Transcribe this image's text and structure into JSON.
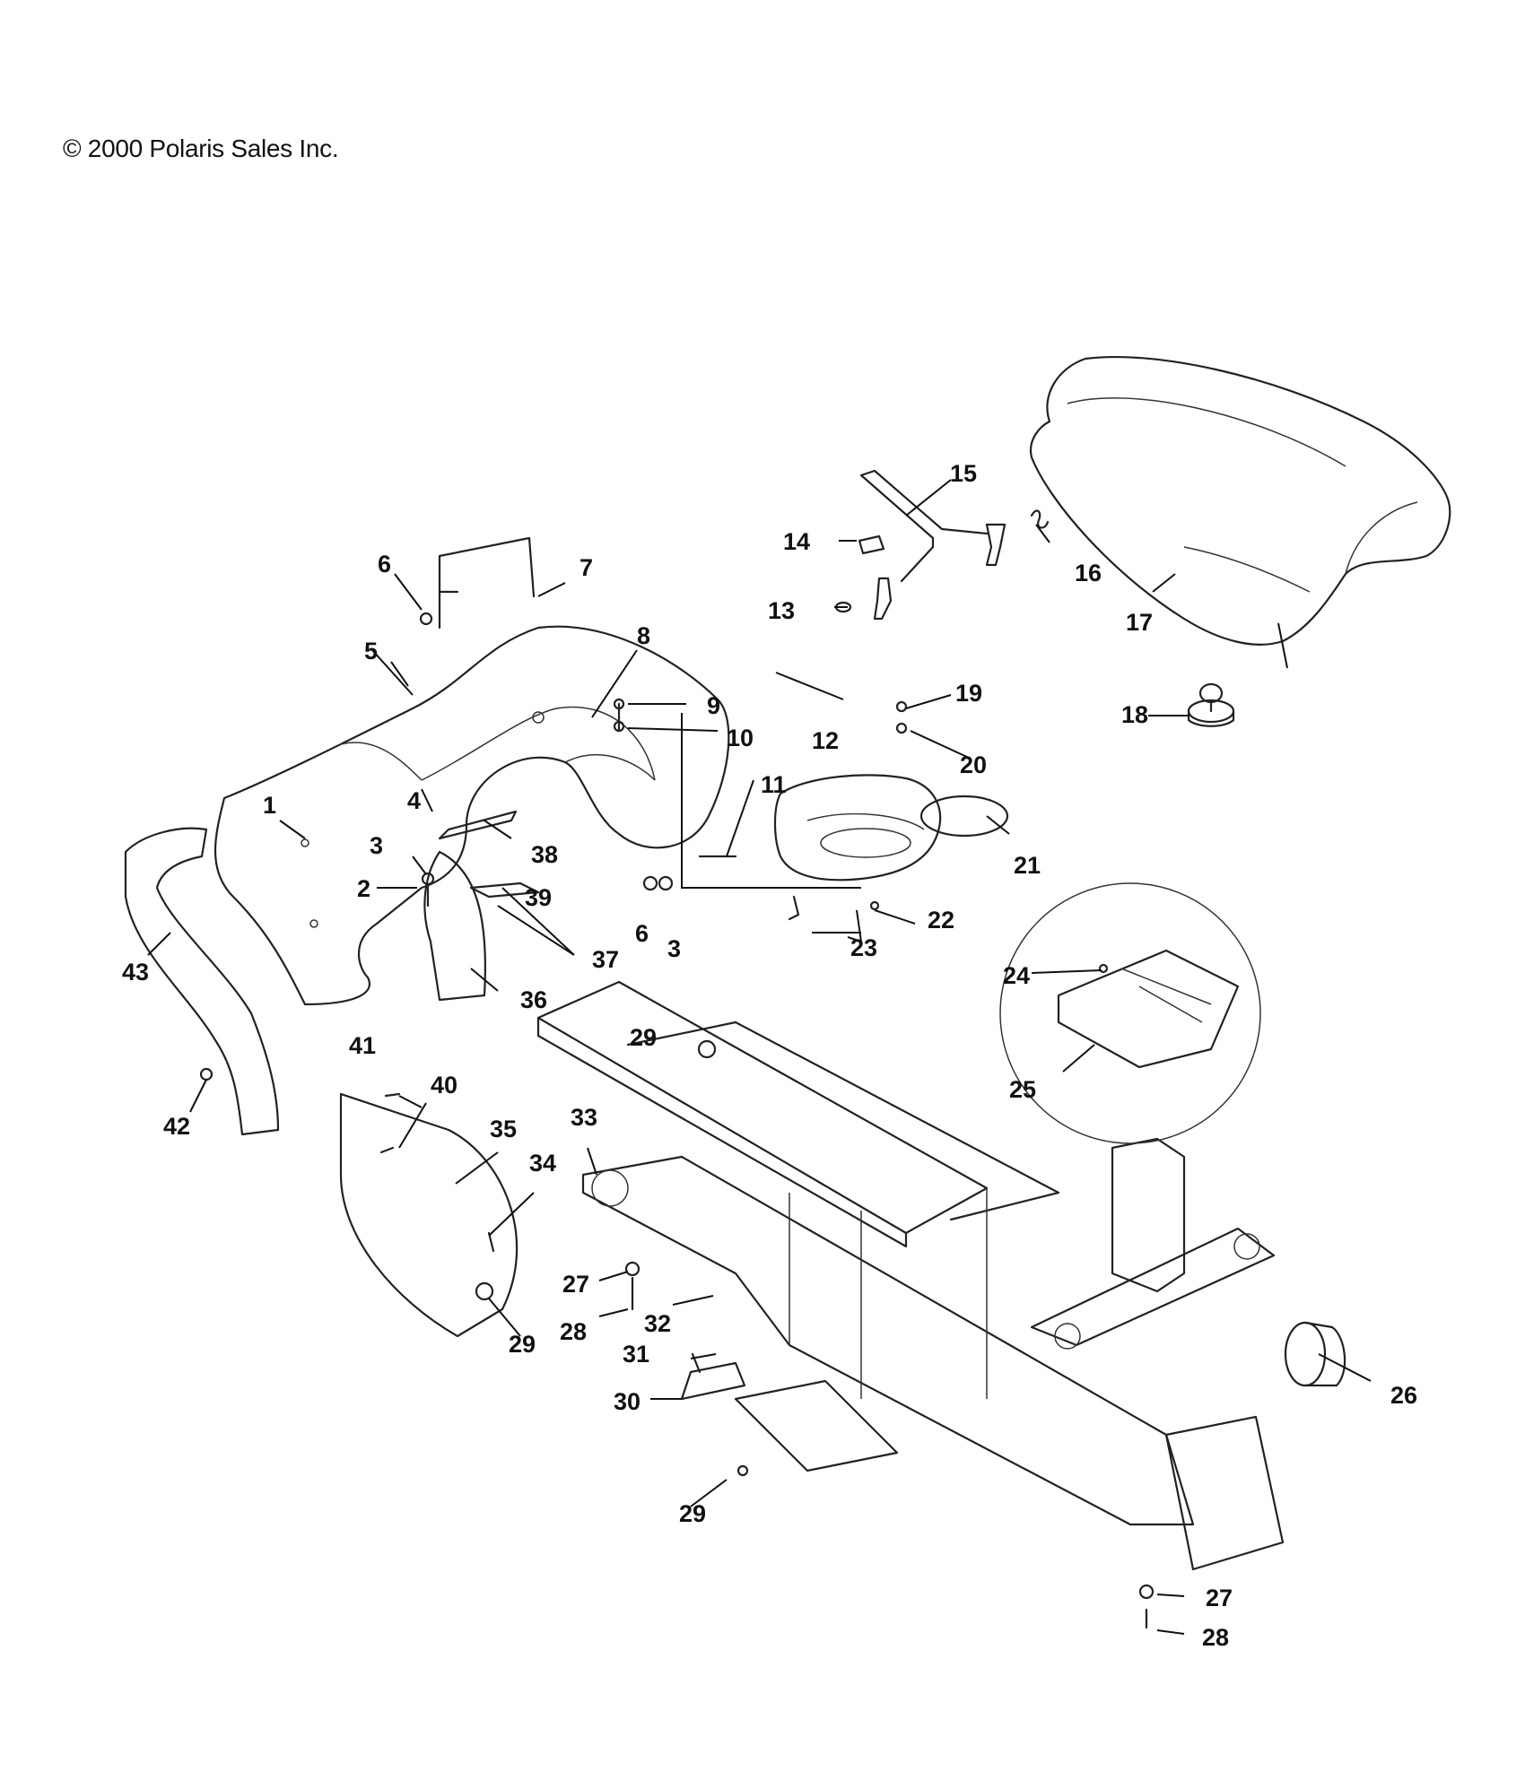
{
  "copyright": "© 2000 Polaris Sales Inc.",
  "callouts": [
    {
      "n": "1"
    },
    {
      "n": "2"
    },
    {
      "n": "3"
    },
    {
      "n": "3"
    },
    {
      "n": "4"
    },
    {
      "n": "5"
    },
    {
      "n": "6"
    },
    {
      "n": "6"
    },
    {
      "n": "7"
    },
    {
      "n": "8"
    },
    {
      "n": "9"
    },
    {
      "n": "10"
    },
    {
      "n": "11"
    },
    {
      "n": "12"
    },
    {
      "n": "13"
    },
    {
      "n": "14"
    },
    {
      "n": "15"
    },
    {
      "n": "16"
    },
    {
      "n": "17"
    },
    {
      "n": "18"
    },
    {
      "n": "19"
    },
    {
      "n": "20"
    },
    {
      "n": "21"
    },
    {
      "n": "22"
    },
    {
      "n": "23"
    },
    {
      "n": "24"
    },
    {
      "n": "25"
    },
    {
      "n": "26"
    },
    {
      "n": "27"
    },
    {
      "n": "27"
    },
    {
      "n": "28"
    },
    {
      "n": "28"
    },
    {
      "n": "29"
    },
    {
      "n": "29"
    },
    {
      "n": "29"
    },
    {
      "n": "30"
    },
    {
      "n": "31"
    },
    {
      "n": "32"
    },
    {
      "n": "33"
    },
    {
      "n": "34"
    },
    {
      "n": "35"
    },
    {
      "n": "36"
    },
    {
      "n": "37"
    },
    {
      "n": "38"
    },
    {
      "n": "39"
    },
    {
      "n": "40"
    },
    {
      "n": "41"
    },
    {
      "n": "42"
    },
    {
      "n": "43"
    }
  ]
}
